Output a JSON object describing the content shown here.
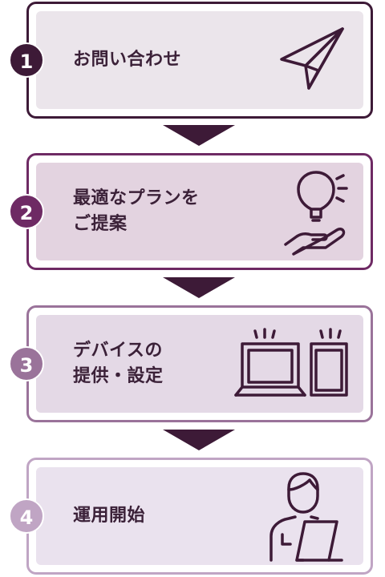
{
  "steps": [
    {
      "number": "1",
      "label": "お問い合わせ",
      "icon": "paper-plane-icon"
    },
    {
      "number": "2",
      "label": "最適なプランを\nご提案",
      "icon": "lightbulb-hand-icon"
    },
    {
      "number": "3",
      "label": "デバイスの\n提供・設定",
      "icon": "laptop-tablet-icon"
    },
    {
      "number": "4",
      "label": "運用開始",
      "icon": "person-laptop-icon"
    }
  ],
  "colors": {
    "step1": "#3d1a37",
    "step2": "#6e2a64",
    "step3": "#9a739a",
    "step4": "#c0a5c4",
    "text": "#3b2138",
    "arrow": "#3d1a37"
  }
}
